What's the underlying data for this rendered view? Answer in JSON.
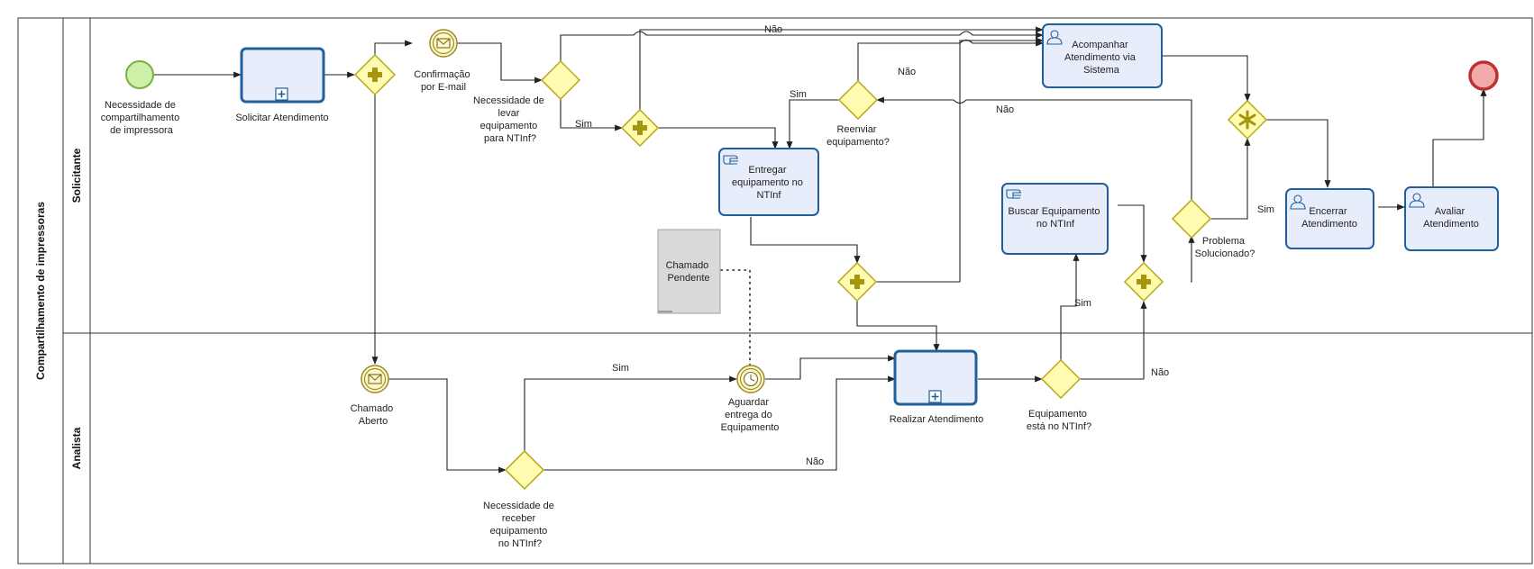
{
  "pool": {
    "title": "Compartilhamento de impressoras"
  },
  "lanes": {
    "solicitante": "Solicitante",
    "analista": "Analista"
  },
  "nodes": {
    "start": [
      "Necessidade de",
      "compartilhamento",
      "de impressora"
    ],
    "solicitar": [
      "Solicitar Atendimento"
    ],
    "confirmacao": [
      "Confirmação",
      "por E-mail"
    ],
    "nec_levar": [
      "Necessidade de",
      "levar",
      "equipamento",
      "para NTInf?"
    ],
    "acompanhar": [
      "Acompanhar",
      "Atendimento via",
      "Sistema"
    ],
    "reenviar": [
      "Reenviar",
      "equipamento?"
    ],
    "entregar": [
      "Entregar",
      "equipamento no",
      "NTInf"
    ],
    "chamado_pendente": [
      "Chamado",
      "Pendente"
    ],
    "buscar": [
      "Buscar Equipamento",
      "no NTInf"
    ],
    "problema": [
      "Problema",
      "Solucionado?"
    ],
    "encerrar": [
      "Encerrar",
      "Atendimento"
    ],
    "avaliar": [
      "Avaliar",
      "Atendimento"
    ],
    "chamado_aberto": [
      "Chamado",
      "Aberto"
    ],
    "aguardar": [
      "Aguardar",
      "entrega do",
      "Equipamento"
    ],
    "realizar": [
      "Realizar Atendimento"
    ],
    "equip_esta": [
      "Equipamento",
      "está no NTInf?"
    ],
    "nec_receber": [
      "Necessidade de",
      "receber",
      "equipamento",
      "no NTInf?"
    ]
  },
  "flow_labels": {
    "nao_top": "Não",
    "sim_levar": "Sim",
    "nao_reenviar": "Não",
    "sim_reenviar": "Sim",
    "nao_problema": "Não",
    "sim_problema": "Sim",
    "sim_buscar": "Sim",
    "nao_equip": "Não",
    "sim_receber": "Sim",
    "nao_receber": "Não"
  }
}
